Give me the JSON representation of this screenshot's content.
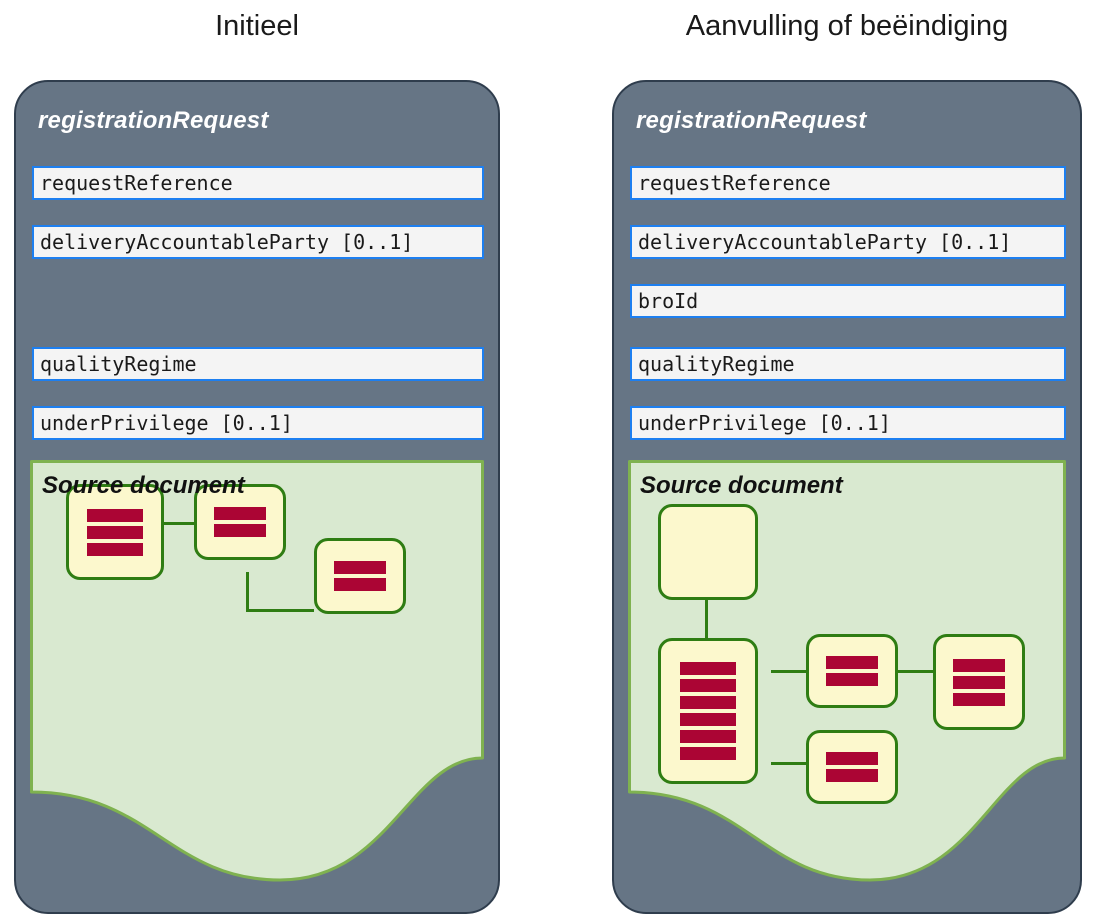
{
  "colors": {
    "panel_fill": "#667585",
    "panel_border": "#2f3d4d",
    "field_fill": "#f4f4f4",
    "field_border": "#1d7ff0",
    "srcdoc_fill": "#d9e9d0",
    "srcdoc_border": "#7fb250",
    "node_fill": "#fcf8cd",
    "node_border": "#2f7d13",
    "bar_fill": "#ab0534",
    "title_text": "#1a1a1a"
  },
  "columns": [
    {
      "title": "Initieel",
      "panel": {
        "title": "registrationRequest",
        "fields": [
          {
            "label": "requestReference",
            "visible": true
          },
          {
            "label": "deliveryAccountableParty [0..1]",
            "visible": true
          },
          {
            "label": "",
            "visible": false
          },
          {
            "label": "qualityRegime",
            "visible": true
          },
          {
            "label": "underPrivilege [0..1]",
            "visible": true
          }
        ],
        "source_document": {
          "title": "Source document",
          "nodes": [
            {
              "id": "n1",
              "bars": 3
            },
            {
              "id": "n2",
              "bars": 2
            },
            {
              "id": "n3",
              "bars": 2
            }
          ]
        }
      }
    },
    {
      "title": "Aanvulling of beëindiging",
      "panel": {
        "title": "registrationRequest",
        "fields": [
          {
            "label": "requestReference",
            "visible": true
          },
          {
            "label": "deliveryAccountableParty [0..1]",
            "visible": true
          },
          {
            "label": "broId",
            "visible": true
          },
          {
            "label": "qualityRegime",
            "visible": true
          },
          {
            "label": "underPrivilege [0..1]",
            "visible": true
          }
        ],
        "source_document": {
          "title": "Source document",
          "nodes": [
            {
              "id": "m0",
              "bars": 0
            },
            {
              "id": "m1",
              "bars": 6
            },
            {
              "id": "m2",
              "bars": 2
            },
            {
              "id": "m3",
              "bars": 3
            },
            {
              "id": "m4",
              "bars": 2
            }
          ]
        }
      }
    }
  ]
}
